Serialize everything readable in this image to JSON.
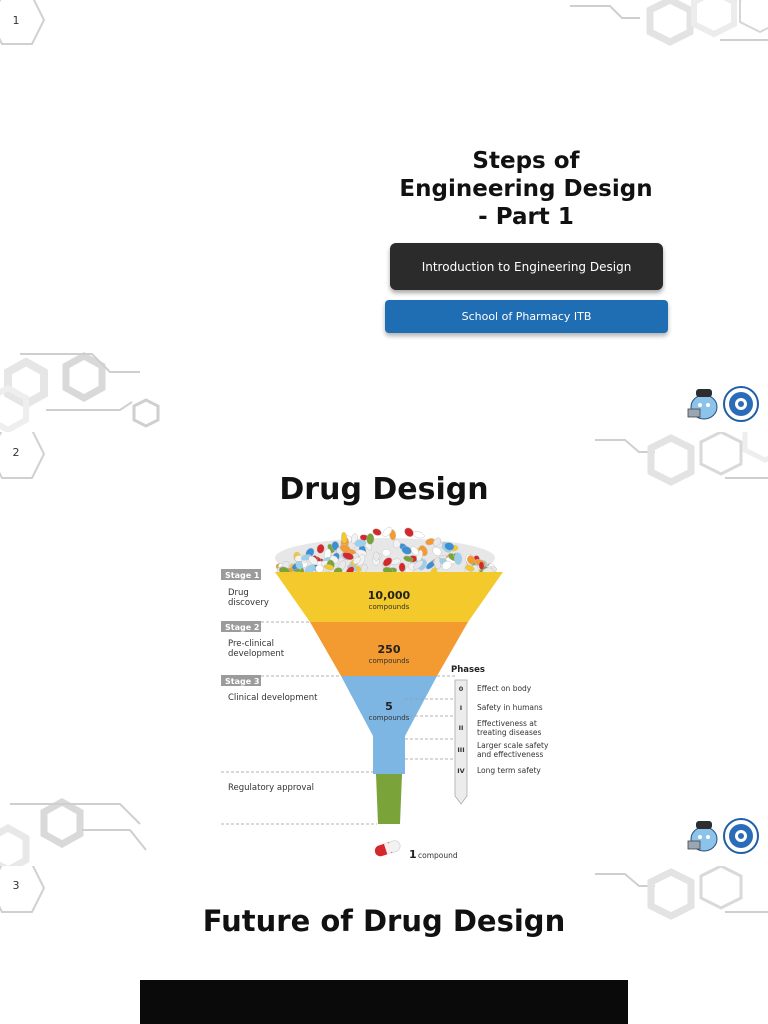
{
  "slide1": {
    "number": "1",
    "title_lines": [
      "Steps of",
      "Engineering Design",
      "- Part 1"
    ],
    "subtitle_button": "Introduction to Engineering Design",
    "school_button": "School of Pharmacy ITB"
  },
  "slide2": {
    "number": "2",
    "title": "Drug Design",
    "funnel": {
      "stages": [
        {
          "tag": "Stage 1",
          "name_lines": [
            "Drug",
            "discovery"
          ],
          "count": "10,000",
          "unit": "compounds",
          "color": "#f3c92c"
        },
        {
          "tag": "Stage 2",
          "name_lines": [
            "Pre-clinical",
            "development"
          ],
          "count": "250",
          "unit": "compounds",
          "color": "#f39a31"
        },
        {
          "tag": "Stage 3",
          "name_lines": [
            "Clinical development"
          ],
          "count": "5",
          "unit": "compounds",
          "color": "#7db6e3"
        }
      ],
      "regulatory": "Regulatory approval",
      "regulatory_color": "#7aa33a",
      "phases_title": "Phases",
      "phases": [
        {
          "numeral": "0",
          "desc_lines": [
            "Effect on body"
          ]
        },
        {
          "numeral": "I",
          "desc_lines": [
            "Safety in humans"
          ]
        },
        {
          "numeral": "II",
          "desc_lines": [
            "Effectiveness at",
            "treating diseases"
          ]
        },
        {
          "numeral": "III",
          "desc_lines": [
            "Larger scale safety",
            "and effectiveness"
          ]
        },
        {
          "numeral": "IV",
          "desc_lines": [
            "Long term safety"
          ]
        }
      ],
      "result_count": "1",
      "result_unit": "compound"
    }
  },
  "slide3": {
    "number": "3",
    "title": "Future of Drug Design"
  },
  "colors": {
    "dark_button": "#2b2b2b",
    "blue_button": "#1f6db3",
    "hex_line": "#c9c9c9"
  }
}
